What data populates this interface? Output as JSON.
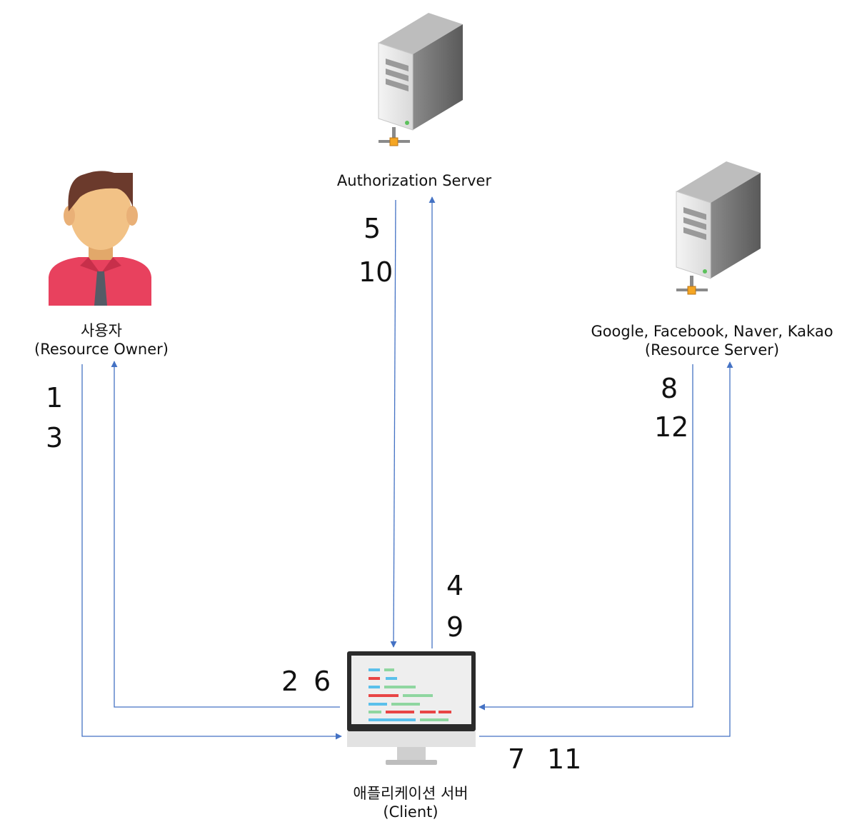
{
  "actors": {
    "user": {
      "name": "사용자",
      "role": "(Resource Owner)"
    },
    "auth_server": {
      "name": "Authorization Server"
    },
    "resource_server": {
      "name": "Google, Facebook, Naver, Kakao",
      "role": "(Resource Server)"
    },
    "client": {
      "name": "애플리케이션 서버",
      "role": "(Client)"
    }
  },
  "step_numbers": {
    "user_to_client": [
      "1",
      "3"
    ],
    "client_to_user": [
      "2",
      "6"
    ],
    "client_to_auth": [
      "4",
      "9"
    ],
    "auth_to_client": [
      "5",
      "10"
    ],
    "client_to_resource": [
      "7",
      "11"
    ],
    "resource_to_client": [
      "8",
      "12"
    ]
  },
  "colors": {
    "arrow": "#4472c4",
    "text": "#111111"
  }
}
